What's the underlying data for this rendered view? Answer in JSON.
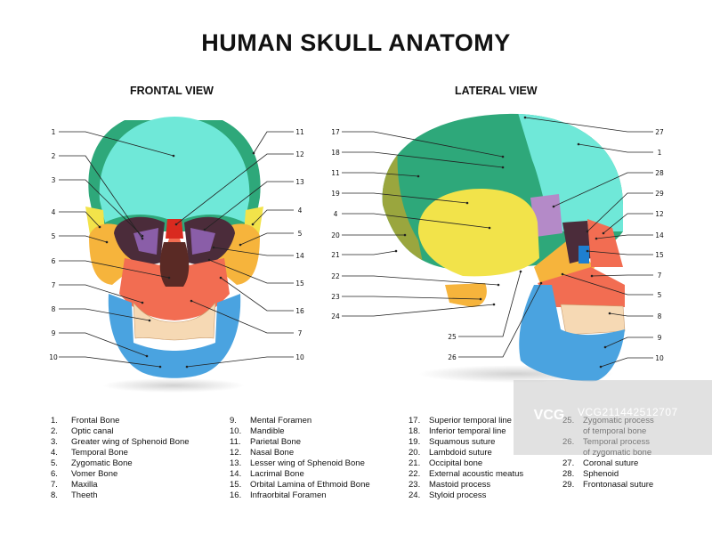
{
  "title": "HUMAN SKULL ANATOMY",
  "frontal_title": "FRONTAL VIEW",
  "lateral_title": "LATERAL VIEW",
  "frontal_left_labels": [
    "1",
    "2",
    "3",
    "4",
    "5",
    "6",
    "7",
    "8",
    "9",
    "10"
  ],
  "frontal_right_labels": [
    "11",
    "12",
    "13",
    "4",
    "5",
    "14",
    "15",
    "16",
    "7",
    "10"
  ],
  "lateral_left_labels": [
    "17",
    "18",
    "11",
    "19",
    "4",
    "20",
    "21",
    "22",
    "23",
    "24"
  ],
  "lateral_bottom_labels": [
    "25",
    "26"
  ],
  "lateral_right_labels": [
    "27",
    "1",
    "28",
    "29",
    "12",
    "14",
    "15",
    "7",
    "5",
    "8",
    "9",
    "10"
  ],
  "legend": [
    [
      {
        "num": "1.",
        "text": "Frontal Bone"
      },
      {
        "num": "2.",
        "text": "Optic canal"
      },
      {
        "num": "3.",
        "text": "Greater wing of Sphenoid Bone"
      },
      {
        "num": "4.",
        "text": "Temporal Bone"
      },
      {
        "num": "5.",
        "text": "Zygomatic Bone"
      },
      {
        "num": "6.",
        "text": "Vomer Bone"
      },
      {
        "num": "7.",
        "text": "Maxilla"
      },
      {
        "num": "8.",
        "text": "Theeth"
      }
    ],
    [
      {
        "num": "9.",
        "text": "Mental Foramen"
      },
      {
        "num": "10.",
        "text": "Mandible"
      },
      {
        "num": "11.",
        "text": "Parietal Bone"
      },
      {
        "num": "12.",
        "text": "Nasal Bone"
      },
      {
        "num": "13.",
        "text": "Lesser wing of Sphenoid Bone"
      },
      {
        "num": "14.",
        "text": "Lacrimal Bone"
      },
      {
        "num": "15.",
        "text": "Orbital Lamina of Ethmoid Bone"
      },
      {
        "num": "16.",
        "text": "Infraorbital Foramen"
      }
    ],
    [
      {
        "num": "17.",
        "text": "Superior temporal line"
      },
      {
        "num": "18.",
        "text": "Inferior temporal line"
      },
      {
        "num": "19.",
        "text": "Squamous suture"
      },
      {
        "num": "20.",
        "text": "Lambdoid suture"
      },
      {
        "num": "21.",
        "text": "Occipital bone"
      },
      {
        "num": "22.",
        "text": "External acoustic meatus"
      },
      {
        "num": "23.",
        "text": "Mastoid process"
      },
      {
        "num": "24.",
        "text": "Styloid process"
      }
    ],
    [
      {
        "num": "25.",
        "text": "Zygomatic process"
      },
      {
        "num": "",
        "text": "of temporal bone"
      },
      {
        "num": "26.",
        "text": "Temporal process"
      },
      {
        "num": "",
        "text": "of zygomatic bone"
      },
      {
        "num": "27.",
        "text": "Coronal suture"
      },
      {
        "num": "28.",
        "text": "Sphenoid"
      },
      {
        "num": "29.",
        "text": "Frontonasal suture"
      }
    ]
  ],
  "watermark": {
    "logo": "VCG",
    "text": "VCG211442512707"
  },
  "colors": {
    "frontal": "#6fe8d8",
    "parietal": "#2ea87a",
    "temporal": "#f2e34a",
    "zygomatic": "#f6b43c",
    "maxilla": "#f26d52",
    "mandible": "#4aa3e0",
    "teeth": "#f6d9b4",
    "sphenoid": "#b48ac8",
    "occipital": "#9aa63e",
    "nasal": "#d92a1f",
    "orbit": "#4b2c3a"
  }
}
